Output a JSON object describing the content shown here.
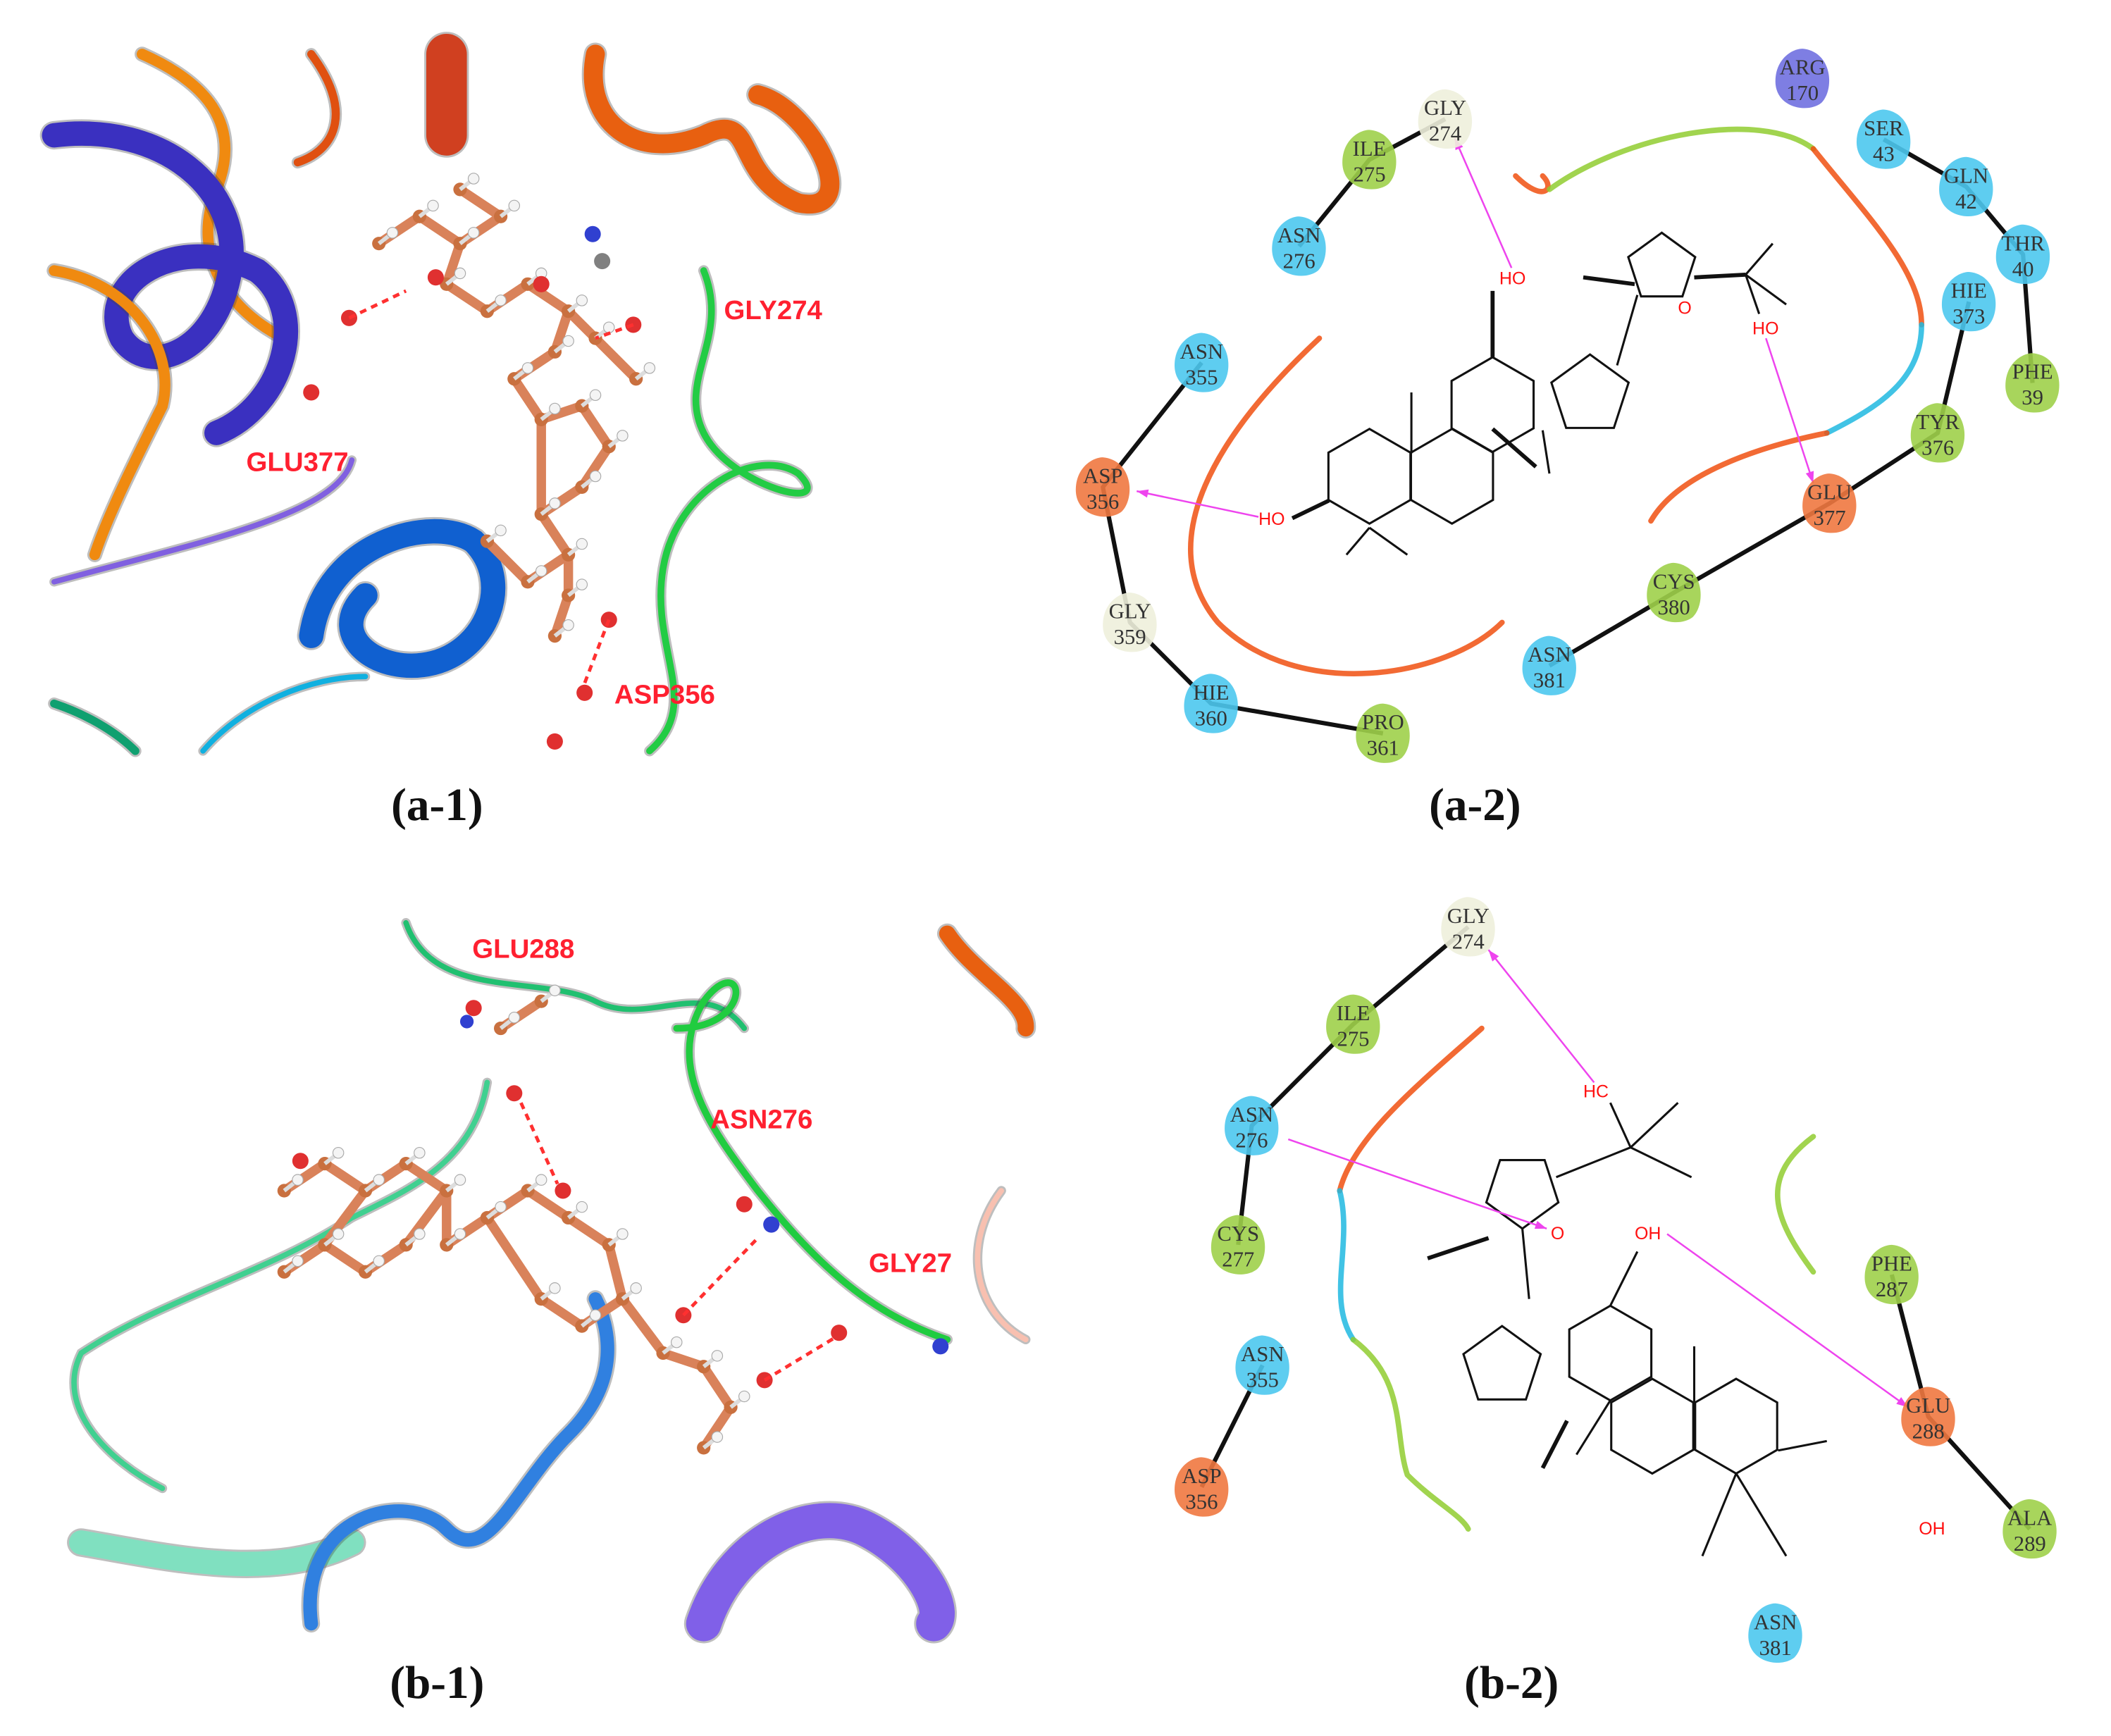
{
  "panels": {
    "a1": {
      "caption": "(a-1)",
      "labels": [
        "GLY274",
        "GLU377",
        "ASP356"
      ]
    },
    "a2": {
      "caption": "(a-2)",
      "atoms": [
        "HO",
        "HO",
        "O",
        "HO"
      ],
      "residues": [
        {
          "name": "GLY",
          "num": "274",
          "type": "gly"
        },
        {
          "name": "ILE",
          "num": "275",
          "type": "hydrophobic"
        },
        {
          "name": "ASN",
          "num": "276",
          "type": "polar"
        },
        {
          "name": "ARG",
          "num": "170",
          "type": "positive"
        },
        {
          "name": "SER",
          "num": "43",
          "type": "polar"
        },
        {
          "name": "GLN",
          "num": "42",
          "type": "polar"
        },
        {
          "name": "THR",
          "num": "40",
          "type": "polar"
        },
        {
          "name": "HIE",
          "num": "373",
          "type": "polar"
        },
        {
          "name": "PHE",
          "num": "39",
          "type": "hydrophobic"
        },
        {
          "name": "TYR",
          "num": "376",
          "type": "hydrophobic"
        },
        {
          "name": "GLU",
          "num": "377",
          "type": "negative"
        },
        {
          "name": "CYS",
          "num": "380",
          "type": "hydrophobic"
        },
        {
          "name": "ASN",
          "num": "381",
          "type": "polar"
        },
        {
          "name": "ASN",
          "num": "355",
          "type": "polar"
        },
        {
          "name": "ASP",
          "num": "356",
          "type": "negative"
        },
        {
          "name": "GLY",
          "num": "359",
          "type": "gly"
        },
        {
          "name": "HIE",
          "num": "360",
          "type": "polar"
        },
        {
          "name": "PRO",
          "num": "361",
          "type": "hydrophobic"
        }
      ]
    },
    "b1": {
      "caption": "(b-1)",
      "labels": [
        "GLU288",
        "ASN276",
        "GLY27"
      ]
    },
    "b2": {
      "caption": "(b-2)",
      "atoms": [
        "HC",
        "O",
        "OH",
        "OH"
      ],
      "residues": [
        {
          "name": "GLY",
          "num": "274",
          "type": "gly"
        },
        {
          "name": "ILE",
          "num": "275",
          "type": "hydrophobic"
        },
        {
          "name": "ASN",
          "num": "276",
          "type": "polar"
        },
        {
          "name": "CYS",
          "num": "277",
          "type": "hydrophobic"
        },
        {
          "name": "ASN",
          "num": "355",
          "type": "polar"
        },
        {
          "name": "ASP",
          "num": "356",
          "type": "negative"
        },
        {
          "name": "PHE",
          "num": "287",
          "type": "hydrophobic"
        },
        {
          "name": "GLU",
          "num": "288",
          "type": "negative"
        },
        {
          "name": "ALA",
          "num": "289",
          "type": "hydrophobic"
        },
        {
          "name": "ASN",
          "num": "381",
          "type": "polar"
        }
      ]
    }
  },
  "colors": {
    "gly": "#eef0dc",
    "hydrophobic": "#9ed04a",
    "polar": "#4cc8ee",
    "negative": "#f07840",
    "positive": "#7070e0",
    "hbond": "#ee44ee",
    "label_red": "#ff2030",
    "ligand": "#d9825a"
  }
}
